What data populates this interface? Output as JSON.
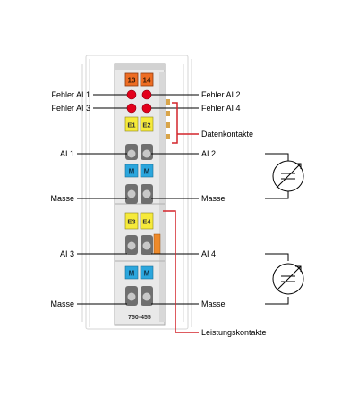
{
  "module": {
    "part_number": "750-455",
    "top_leds": [
      "13",
      "14"
    ],
    "coding_upper": [
      "E1",
      "E2"
    ],
    "coding_lower": [
      "E3",
      "E4"
    ],
    "blue_labels": [
      "M",
      "M"
    ]
  },
  "labels": {
    "fehler_ai1": "Fehler AI 1",
    "fehler_ai3": "Fehler AI 3",
    "fehler_ai2": "Fehler AI 2",
    "fehler_ai4": "Fehler AI 4",
    "datenkontakte": "Datenkontakte",
    "ai1": "AI 1",
    "ai2": "AI 2",
    "ai3": "AI 3",
    "ai4": "AI 4",
    "masse_left_1": "Masse",
    "masse_right_1": "Masse",
    "masse_left_2": "Masse",
    "masse_right_2": "Masse",
    "leistungskontakte": "Leistungskontakte"
  },
  "colors": {
    "housing": "#e9e9e9",
    "housing_dark": "#bdbdbd",
    "led_red": "#e3001b",
    "top_orange": "#ee6d23",
    "yellow": "#f6ea3a",
    "blue": "#2ba6dd",
    "terminal": "#6f6f6f",
    "bracket_red": "#d4252b",
    "line": "#000000"
  }
}
